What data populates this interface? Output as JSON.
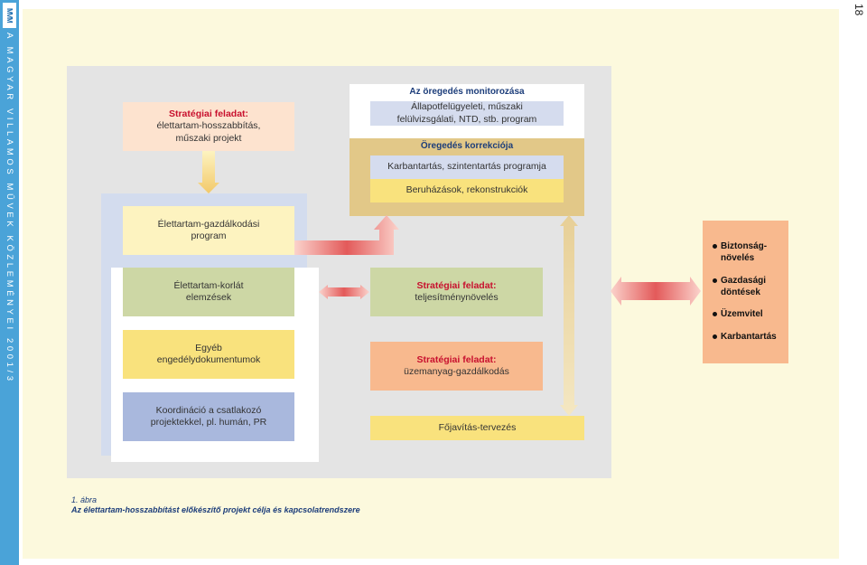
{
  "journal": {
    "logo": "MVM",
    "title": "A MAGYAR VILLAMOS MŰVEK KÖZLEMÉNYEI 2001/3",
    "page_number": "18"
  },
  "left": {
    "goal_label": "Stratégiai feladat:",
    "goal_text": "élettartam-hosszabbítás, műszaki projekt",
    "program": "Élettartam-gazdálkodási program",
    "limit": "Élettartam-korlát elemzések",
    "permits": "Egyéb engedélydokumentumok",
    "coord": "Koordináció a csatlakozó projektekkel, pl. humán, PR"
  },
  "middle": {
    "monitoring_title": "Az öregedés monitorozása",
    "monitoring_item": "Állapotfelügyeleti, műszaki felülvizsgálati, NTD, stb. program",
    "correction_title": "Öregedés korrekciója",
    "maintenance": "Karbantartás, szintentartás programja",
    "investment": "Beruházások, rekonstrukciók",
    "perf_label": "Stratégiai feladat:",
    "perf_text": "teljesítménynövelés",
    "fuel_label": "Stratégiai feladat:",
    "fuel_text": "üzemanyag-gazdálkodás",
    "overhaul": "Főjavítás-tervezés"
  },
  "right": {
    "items": [
      "Biztonság-növelés",
      "Gazdasági döntések",
      "Üzemvitel",
      "Karbantartás"
    ]
  },
  "caption": {
    "number": "1. ábra",
    "title": "Az élettartam-hosszabbítást előkészítő projekt célja és kapcsolatrendszere"
  },
  "colors": {
    "sidebar": "#4aa3d8",
    "page_bg": "#fcf9dd",
    "panel_gray": "#e4e4e4",
    "strategy_red": "#c8102e",
    "header_navy": "#1c3d7a",
    "arrow_red": "#e35a5a"
  }
}
